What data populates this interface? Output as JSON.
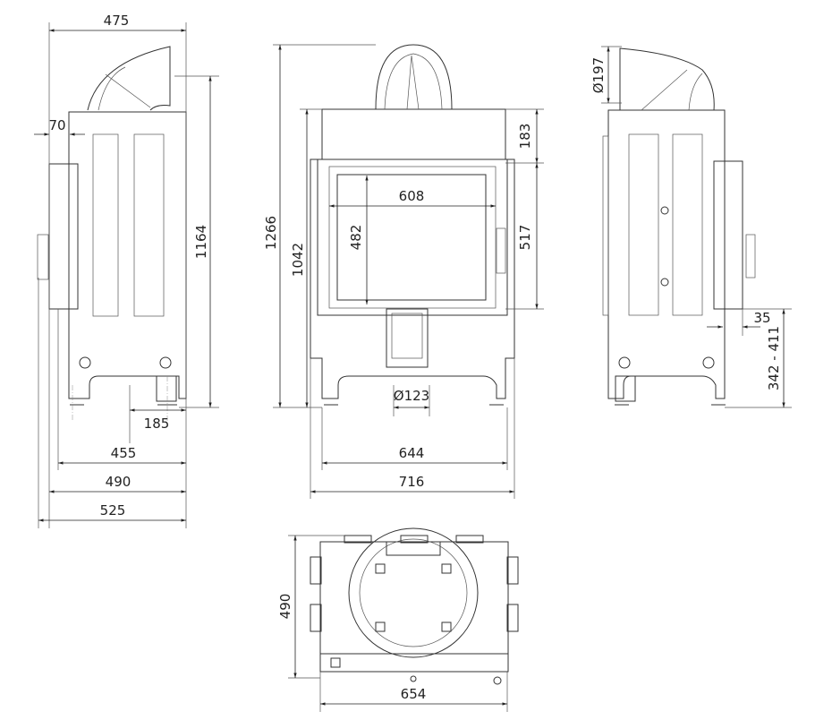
{
  "side_view_left": {
    "width_flue": "475",
    "offset_box": "70",
    "flue_height": "1164",
    "foot_offset": "185",
    "depth_inner": "455",
    "depth": "490",
    "depth_total": "525"
  },
  "front_view": {
    "height_total": "1266",
    "height_body": "1042",
    "glass_width": "608",
    "glass_height": "482",
    "top_height": "183",
    "door_height": "517",
    "air_inlet_diameter": "Ø123",
    "width_inner": "644",
    "width": "716"
  },
  "side_view_right": {
    "flue_diameter": "Ø197",
    "box_offset": "35",
    "box_height_range": "342 - 411"
  },
  "plan_view": {
    "depth": "490",
    "width": "654"
  }
}
